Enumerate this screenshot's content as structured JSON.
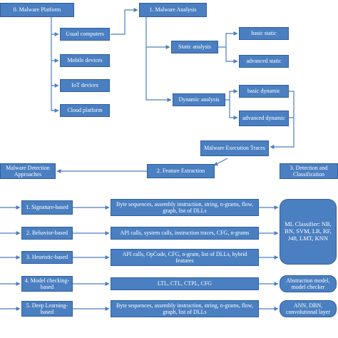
{
  "top": {
    "malware_platform": "0. Malware Platform",
    "platforms": [
      "Usual computers",
      "Mobile devices",
      "IoT devices",
      "Cloud platform"
    ],
    "malware_analysis": "1. Malware Analysis",
    "static_analysis": "Static analysis",
    "basic_static": "basic static",
    "advanced_static": "advanced static",
    "dynamic_analysis": "Dynamic analysis",
    "basic_dynamic": "basic dynamic",
    "advanced_dynamic": "advanced dynamic",
    "execution_traces": "Malware Execution Traces",
    "feature_extraction": "2. Feature Extraction",
    "detection_approaches": "Malware Detection Approaches",
    "detection_classification": "3. Detection and Classification"
  },
  "rows": [
    {
      "approach": "1. Signature-based",
      "features": "Byte sequences, assembly instruction, string, n-grams, flow, graph, list of DLLs"
    },
    {
      "approach": "2. Behavior-based",
      "features": "API calls, system calls, instruction traces, CFG, n-grams"
    },
    {
      "approach": "3. Heuristic-based",
      "features": "API calls, OpCode, CFG, n-gram, list of DLLs, hybrid features"
    },
    {
      "approach": "4. Model checking-based",
      "features": "LTL, CTL, CTPL, CFG"
    },
    {
      "approach": "5. Deep Learning-based",
      "features": "Byte sequences, assembly instruction, string, n-grams, flow, graph, list of DLLs"
    }
  ],
  "classifiers": {
    "ml": "ML Classifier: NB, BN, SVM, LR, RF, J48, LMT, KNN",
    "model": "Abstraction model, model checker",
    "deep": "ANN, DBN, convolutional layer"
  },
  "colors": {
    "box": "#4a7fc1",
    "line": "#4a7fc1",
    "text": "#ffffff"
  }
}
